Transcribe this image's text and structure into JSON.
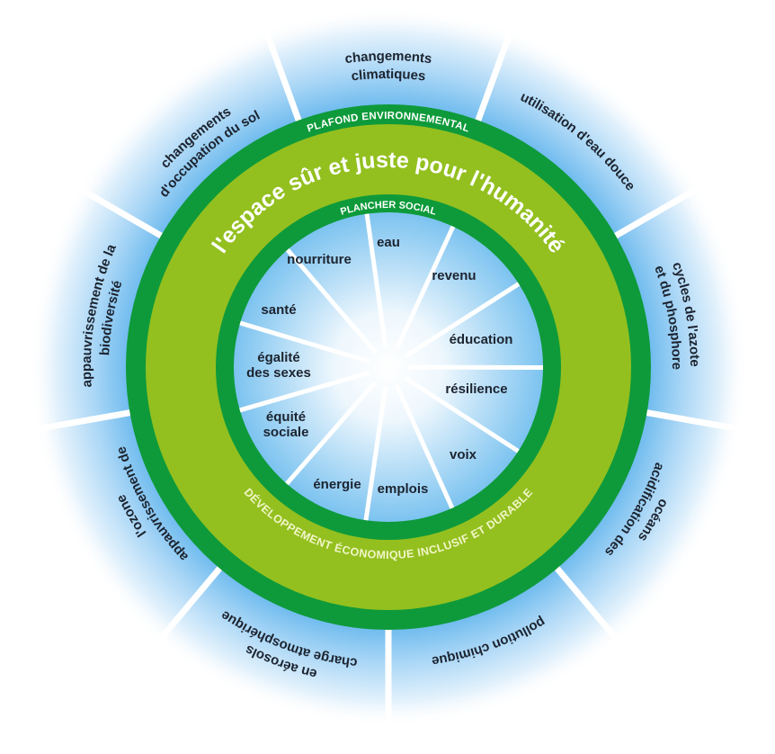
{
  "title": "l'espace sûr et juste pour l'humanité",
  "ceiling_label": "PLAFOND ENVIRONNEMENTAL",
  "floor_label": "PLANCHER SOCIAL",
  "economy_label": "DÉVELOPPEMENT ÉCONOMIQUE INCLUSIF ET DURABLE",
  "colors": {
    "dark_green": "#0e9a3a",
    "light_green": "#93c01f",
    "sky_blue": "#6cbcef",
    "text_dark": "#1c2430"
  },
  "environmental_ceiling": [
    {
      "lines": [
        "changements",
        "climatiques"
      ]
    },
    {
      "lines": [
        "utilisation d'eau douce"
      ]
    },
    {
      "lines": [
        "cycles de l'azote",
        "et du phosphore"
      ]
    },
    {
      "lines": [
        "acidification des",
        "océans"
      ]
    },
    {
      "lines": [
        "pollution chimique"
      ]
    },
    {
      "lines": [
        "charge atmosphérique",
        "en aérosols"
      ]
    },
    {
      "lines": [
        "appauvrissement de",
        "l'ozone"
      ]
    },
    {
      "lines": [
        "appauvrissement de la",
        "biodiversité"
      ]
    },
    {
      "lines": [
        "changements",
        "d'occupation du sol"
      ]
    }
  ],
  "social_foundation": [
    {
      "lines": [
        "eau"
      ]
    },
    {
      "lines": [
        "revenu"
      ]
    },
    {
      "lines": [
        "éducation"
      ]
    },
    {
      "lines": [
        "résilience"
      ]
    },
    {
      "lines": [
        "voix"
      ]
    },
    {
      "lines": [
        "emplois"
      ]
    },
    {
      "lines": [
        "énergie"
      ]
    },
    {
      "lines": [
        "équité",
        "sociale"
      ]
    },
    {
      "lines": [
        "égalité",
        "des sexes"
      ]
    },
    {
      "lines": [
        "santé"
      ]
    },
    {
      "lines": [
        "nourriture"
      ]
    }
  ]
}
